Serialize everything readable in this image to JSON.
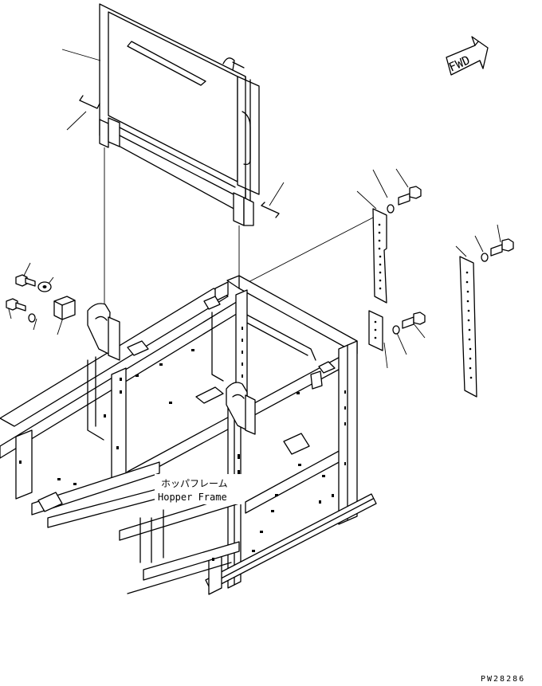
{
  "diagram": {
    "label_jp": "ホッパフレーム",
    "label_en": "Hopper Frame",
    "direction_label": "FWD",
    "drawing_code": "PW28286"
  },
  "colors": {
    "line": "#000000",
    "background": "#ffffff"
  }
}
